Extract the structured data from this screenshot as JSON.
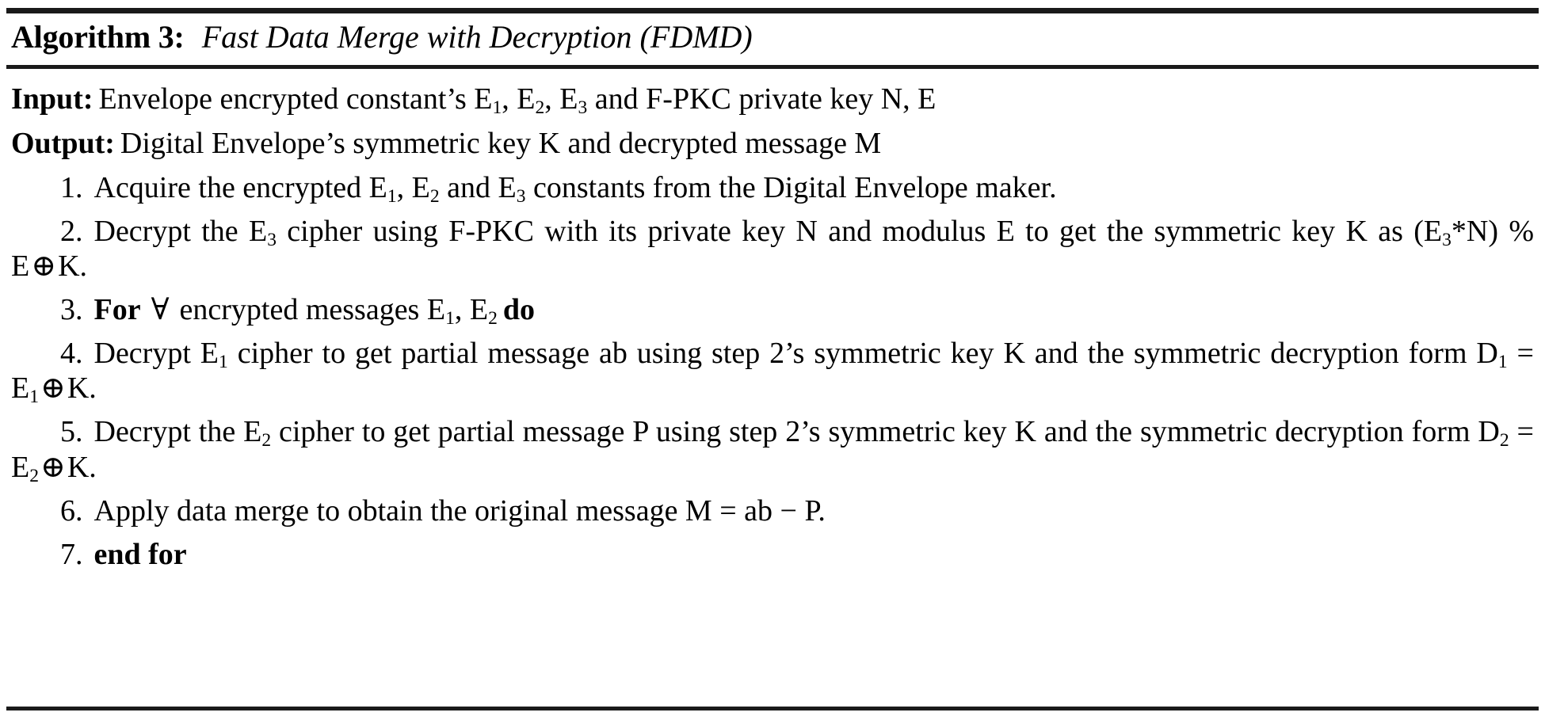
{
  "algorithm": {
    "label": "Algorithm 3:",
    "title": "Fast Data Merge with Decryption (FDMD)",
    "input": {
      "label": "Input:",
      "text_a": "Envelope encrypted constant’s E",
      "sub_1": "1",
      "text_b": ", E",
      "sub_2": "2",
      "text_c": ", E",
      "sub_3": "3",
      "text_d": " and F-PKC private key N, E"
    },
    "output": {
      "label": "Output:",
      "text": "Digital Envelope’s symmetric key K and decrypted message M"
    },
    "steps": [
      {
        "num": "1.",
        "p1": "Acquire the encrypted E",
        "s1": "1",
        "p2": ", E",
        "s2": "2",
        "p3": " and E",
        "s3": "3",
        "p4": " constants from the Digital Envelope maker."
      },
      {
        "num": "2.",
        "p1": "Decrypt the E",
        "s1": "3",
        "p2": " cipher using F-PKC with its private key N and modulus E to get the symmetric key K as (E",
        "s2": "3",
        "p3": "*N) % E",
        "xor": "⊕",
        "p4": "K."
      },
      {
        "num": "3.",
        "bold_for": "For",
        "forall": "∀",
        "p1": "encrypted messages E",
        "s1": "1",
        "p2": ", E",
        "s2": "2",
        "bold_do": "do"
      },
      {
        "num": "4.",
        "p1": "Decrypt E",
        "s1": "1",
        "p2": " cipher to get partial message ab using step 2’s symmetric key K and the symmetric decryption form D",
        "s2": "1",
        "p3": " = E",
        "s3": "1",
        "xor": "⊕",
        "p4": "K."
      },
      {
        "num": "5.",
        "p1": "Decrypt the E",
        "s1": "2",
        "p2": " cipher to get partial message P using step 2’s symmetric key K and the symmetric decryption form D",
        "s2": "2",
        "p3": " = E",
        "s3": "2",
        "xor": "⊕",
        "p4": "K."
      },
      {
        "num": "6.",
        "p1": "Apply data merge to obtain the original message M = ab − P."
      },
      {
        "num": "7.",
        "bold_end_for": "end for"
      }
    ]
  }
}
